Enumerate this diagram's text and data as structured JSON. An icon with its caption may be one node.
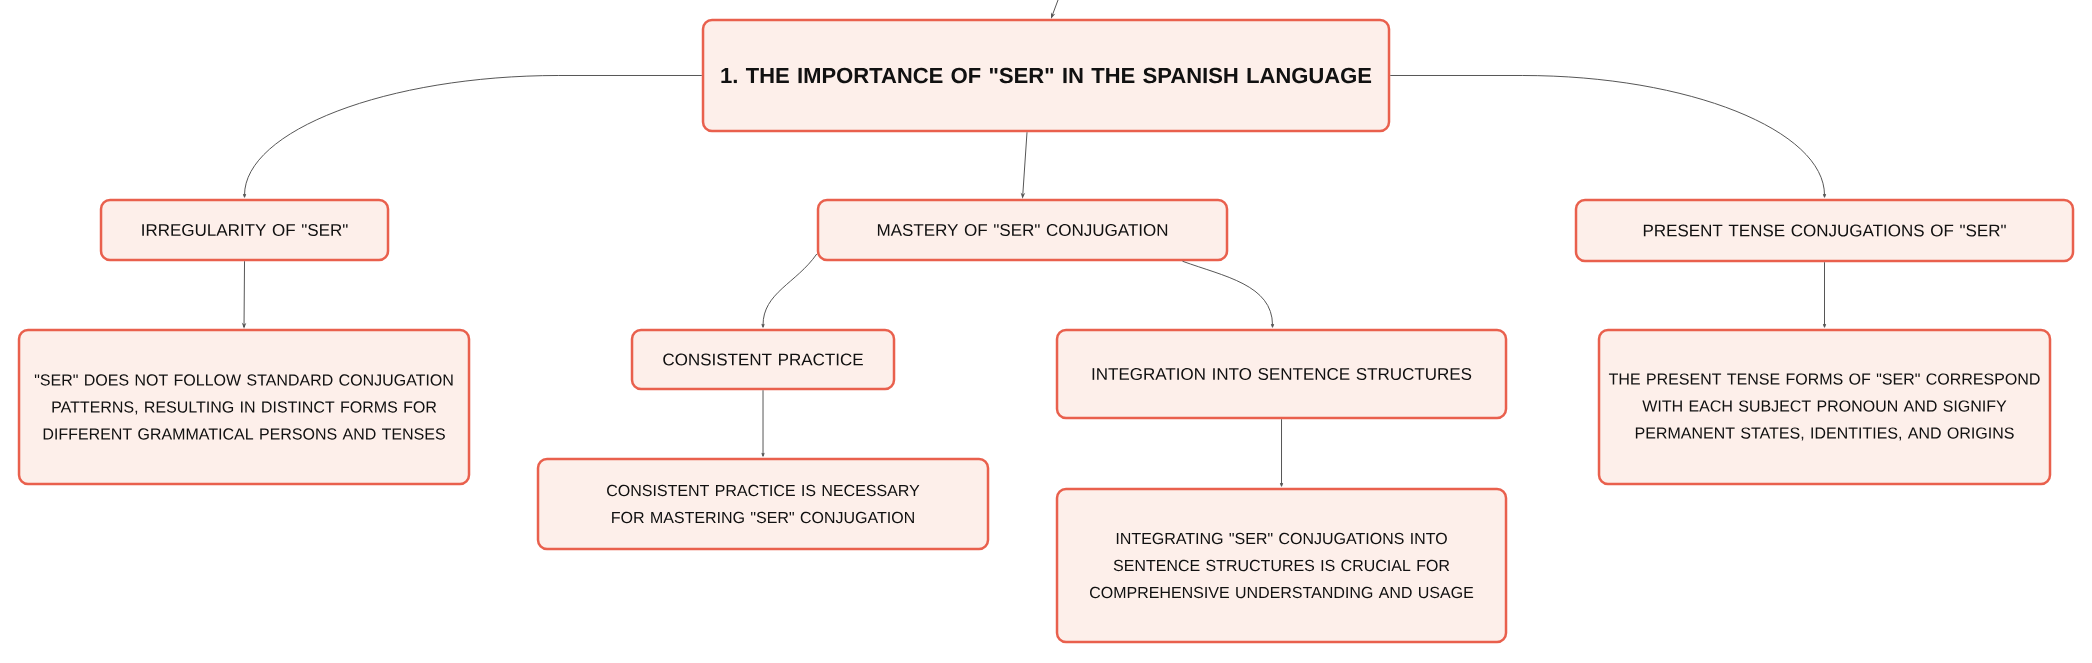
{
  "diagram": {
    "nodes": [
      {
        "text": [
          "1. THE IMPORTANCE OF \"SER\" IN THE SPANISH LANGUAGE"
        ]
      },
      {
        "text": [
          "IRREGULARITY OF \"SER\""
        ]
      },
      {
        "text": [
          "MASTERY OF \"SER\" CONJUGATION"
        ]
      },
      {
        "text": [
          "PRESENT TENSE CONJUGATIONS OF \"SER\""
        ]
      },
      {
        "text": [
          "\"SER\" DOES NOT FOLLOW STANDARD CONJUGATION PATTERNS, RESULTING IN DISTINCT FORMS FOR DIFFERENT GRAMMATICAL PERSONS AND TENSES"
        ]
      },
      {
        "text": [
          "CONSISTENT PRACTICE"
        ]
      },
      {
        "text": [
          "INTEGRATION INTO SENTENCE STRUCTURES"
        ]
      },
      {
        "text": [
          "THE PRESENT TENSE FORMS OF \"SER\" CORRESPOND WITH EACH SUBJECT PRONOUN AND SIGNIFY PERMANENT STATES, IDENTITIES, AND ORIGINS"
        ]
      },
      {
        "text": [
          "CONSISTENT PRACTICE IS NECESSARY FOR MASTERING \"SER\" CONJUGATION"
        ]
      },
      {
        "text": [
          "INTEGRATING \"SER\" CONJUGATIONS INTO SENTENCE STRUCTURES IS CRUCIAL FOR COMPREHENSIVE UNDERSTANDING AND USAGE"
        ]
      }
    ],
    "edges": [
      {
        "from": null,
        "to": 0,
        "arrow": "to"
      },
      {
        "from": 0,
        "to": 1,
        "arrow": "to"
      },
      {
        "from": 0,
        "to": 2,
        "arrow": "to"
      },
      {
        "from": 0,
        "to": 3,
        "arrow": "to"
      },
      {
        "from": 1,
        "to": 4,
        "arrow": "to"
      },
      {
        "from": 2,
        "to": 5,
        "arrow": "to"
      },
      {
        "from": 2,
        "to": 6,
        "arrow": "to"
      },
      {
        "from": 3,
        "to": 7,
        "arrow": "to"
      },
      {
        "from": 5,
        "to": 8,
        "arrow": "to"
      },
      {
        "from": 6,
        "to": 9,
        "arrow": "to"
      }
    ]
  }
}
